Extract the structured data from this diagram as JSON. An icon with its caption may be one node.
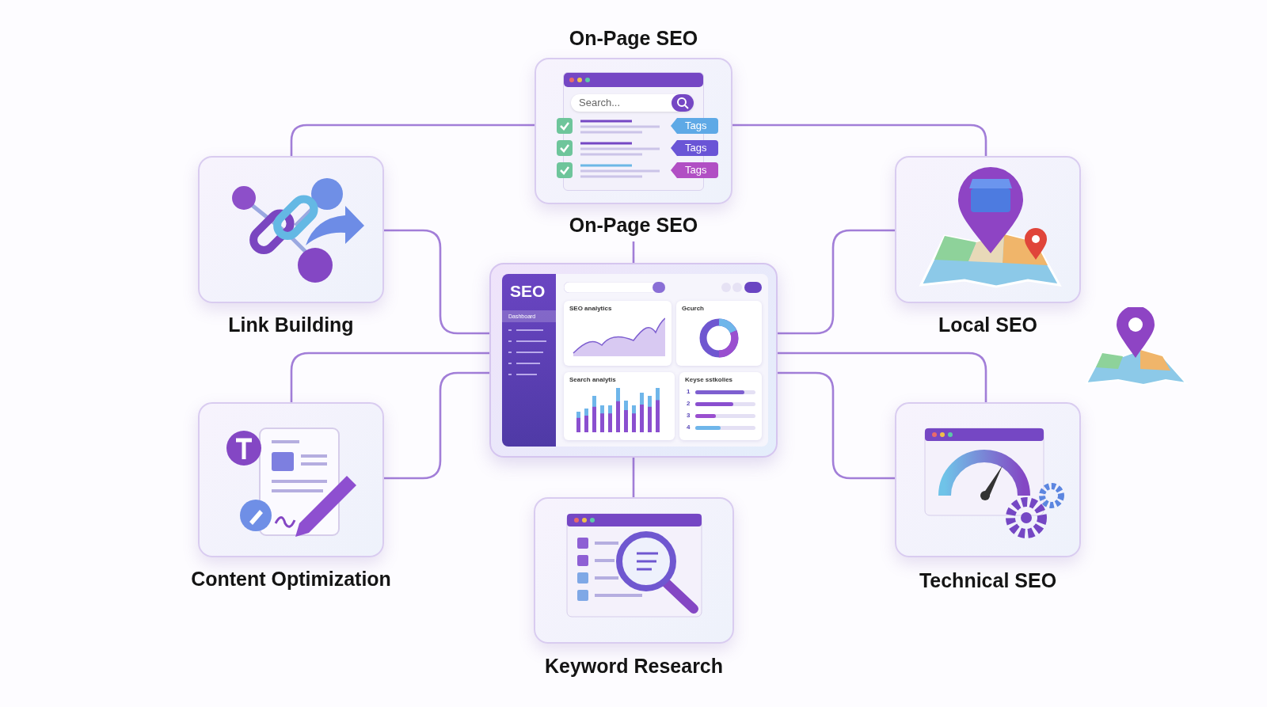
{
  "diagram": {
    "nodes": [
      {
        "text": [
          "On-Page SEO",
          "On-Page SEO"
        ]
      },
      {
        "text": [
          "Search..."
        ],
        "in": 0
      },
      {
        "text": [
          "Tags"
        ],
        "in": 0
      },
      {
        "text": [
          "Tags"
        ],
        "in": 0
      },
      {
        "text": [
          "Tags"
        ],
        "in": 0
      },
      {
        "text": [
          "Link Building"
        ]
      },
      {
        "text": [
          "Local SEO"
        ]
      },
      {
        "text": [
          "SEO",
          "Dashboard"
        ]
      },
      {
        "text": [
          "SEO analytics"
        ],
        "in": 7
      },
      {
        "text": [
          "Gcurch"
        ],
        "in": 7
      },
      {
        "text": [
          "Search analytis"
        ],
        "in": 7
      },
      {
        "text": [
          "Keyse sstkolies",
          "1",
          "2",
          "3",
          "4"
        ],
        "in": 7
      },
      {
        "text": [
          "Content Optimization"
        ]
      },
      {
        "text": [
          "Technical SEO"
        ]
      },
      {
        "text": [
          "Keyword Research"
        ]
      }
    ],
    "edges": [
      {
        "from": 5,
        "to": 0,
        "arrow": "none"
      },
      {
        "from": 0,
        "to": 6,
        "arrow": "none"
      },
      {
        "from": 7,
        "to": 0,
        "arrow": "none"
      },
      {
        "from": 7,
        "to": 5,
        "arrow": "none"
      },
      {
        "from": 7,
        "to": 6,
        "arrow": "none"
      },
      {
        "from": 7,
        "to": 12,
        "arrow": "none"
      },
      {
        "from": 7,
        "to": 12,
        "arrow": "none"
      },
      {
        "from": 7,
        "to": 13,
        "arrow": "none"
      },
      {
        "from": 7,
        "to": 13,
        "arrow": "none"
      },
      {
        "from": 7,
        "to": 14,
        "arrow": "none"
      }
    ]
  }
}
